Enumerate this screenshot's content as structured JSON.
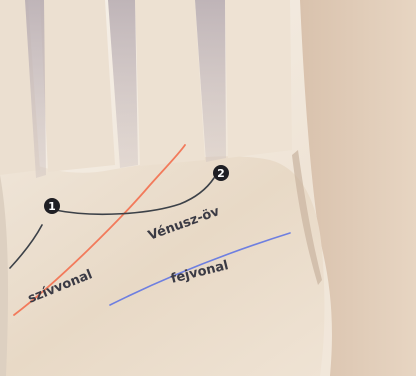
{
  "palm": {
    "line_labels": {
      "heart_line": "szívvonal",
      "head_line": "fejvonal",
      "girdle_of_venus": "Vénusz-öv"
    },
    "markers": [
      "1",
      "2"
    ]
  },
  "colors": {
    "background": "#f1e9de",
    "skin": "#eadccb",
    "heart_line": "#f27a5b",
    "head_line": "#6e7fe0",
    "girdle_line": "#3c4148",
    "marker": "#1f1f24"
  }
}
